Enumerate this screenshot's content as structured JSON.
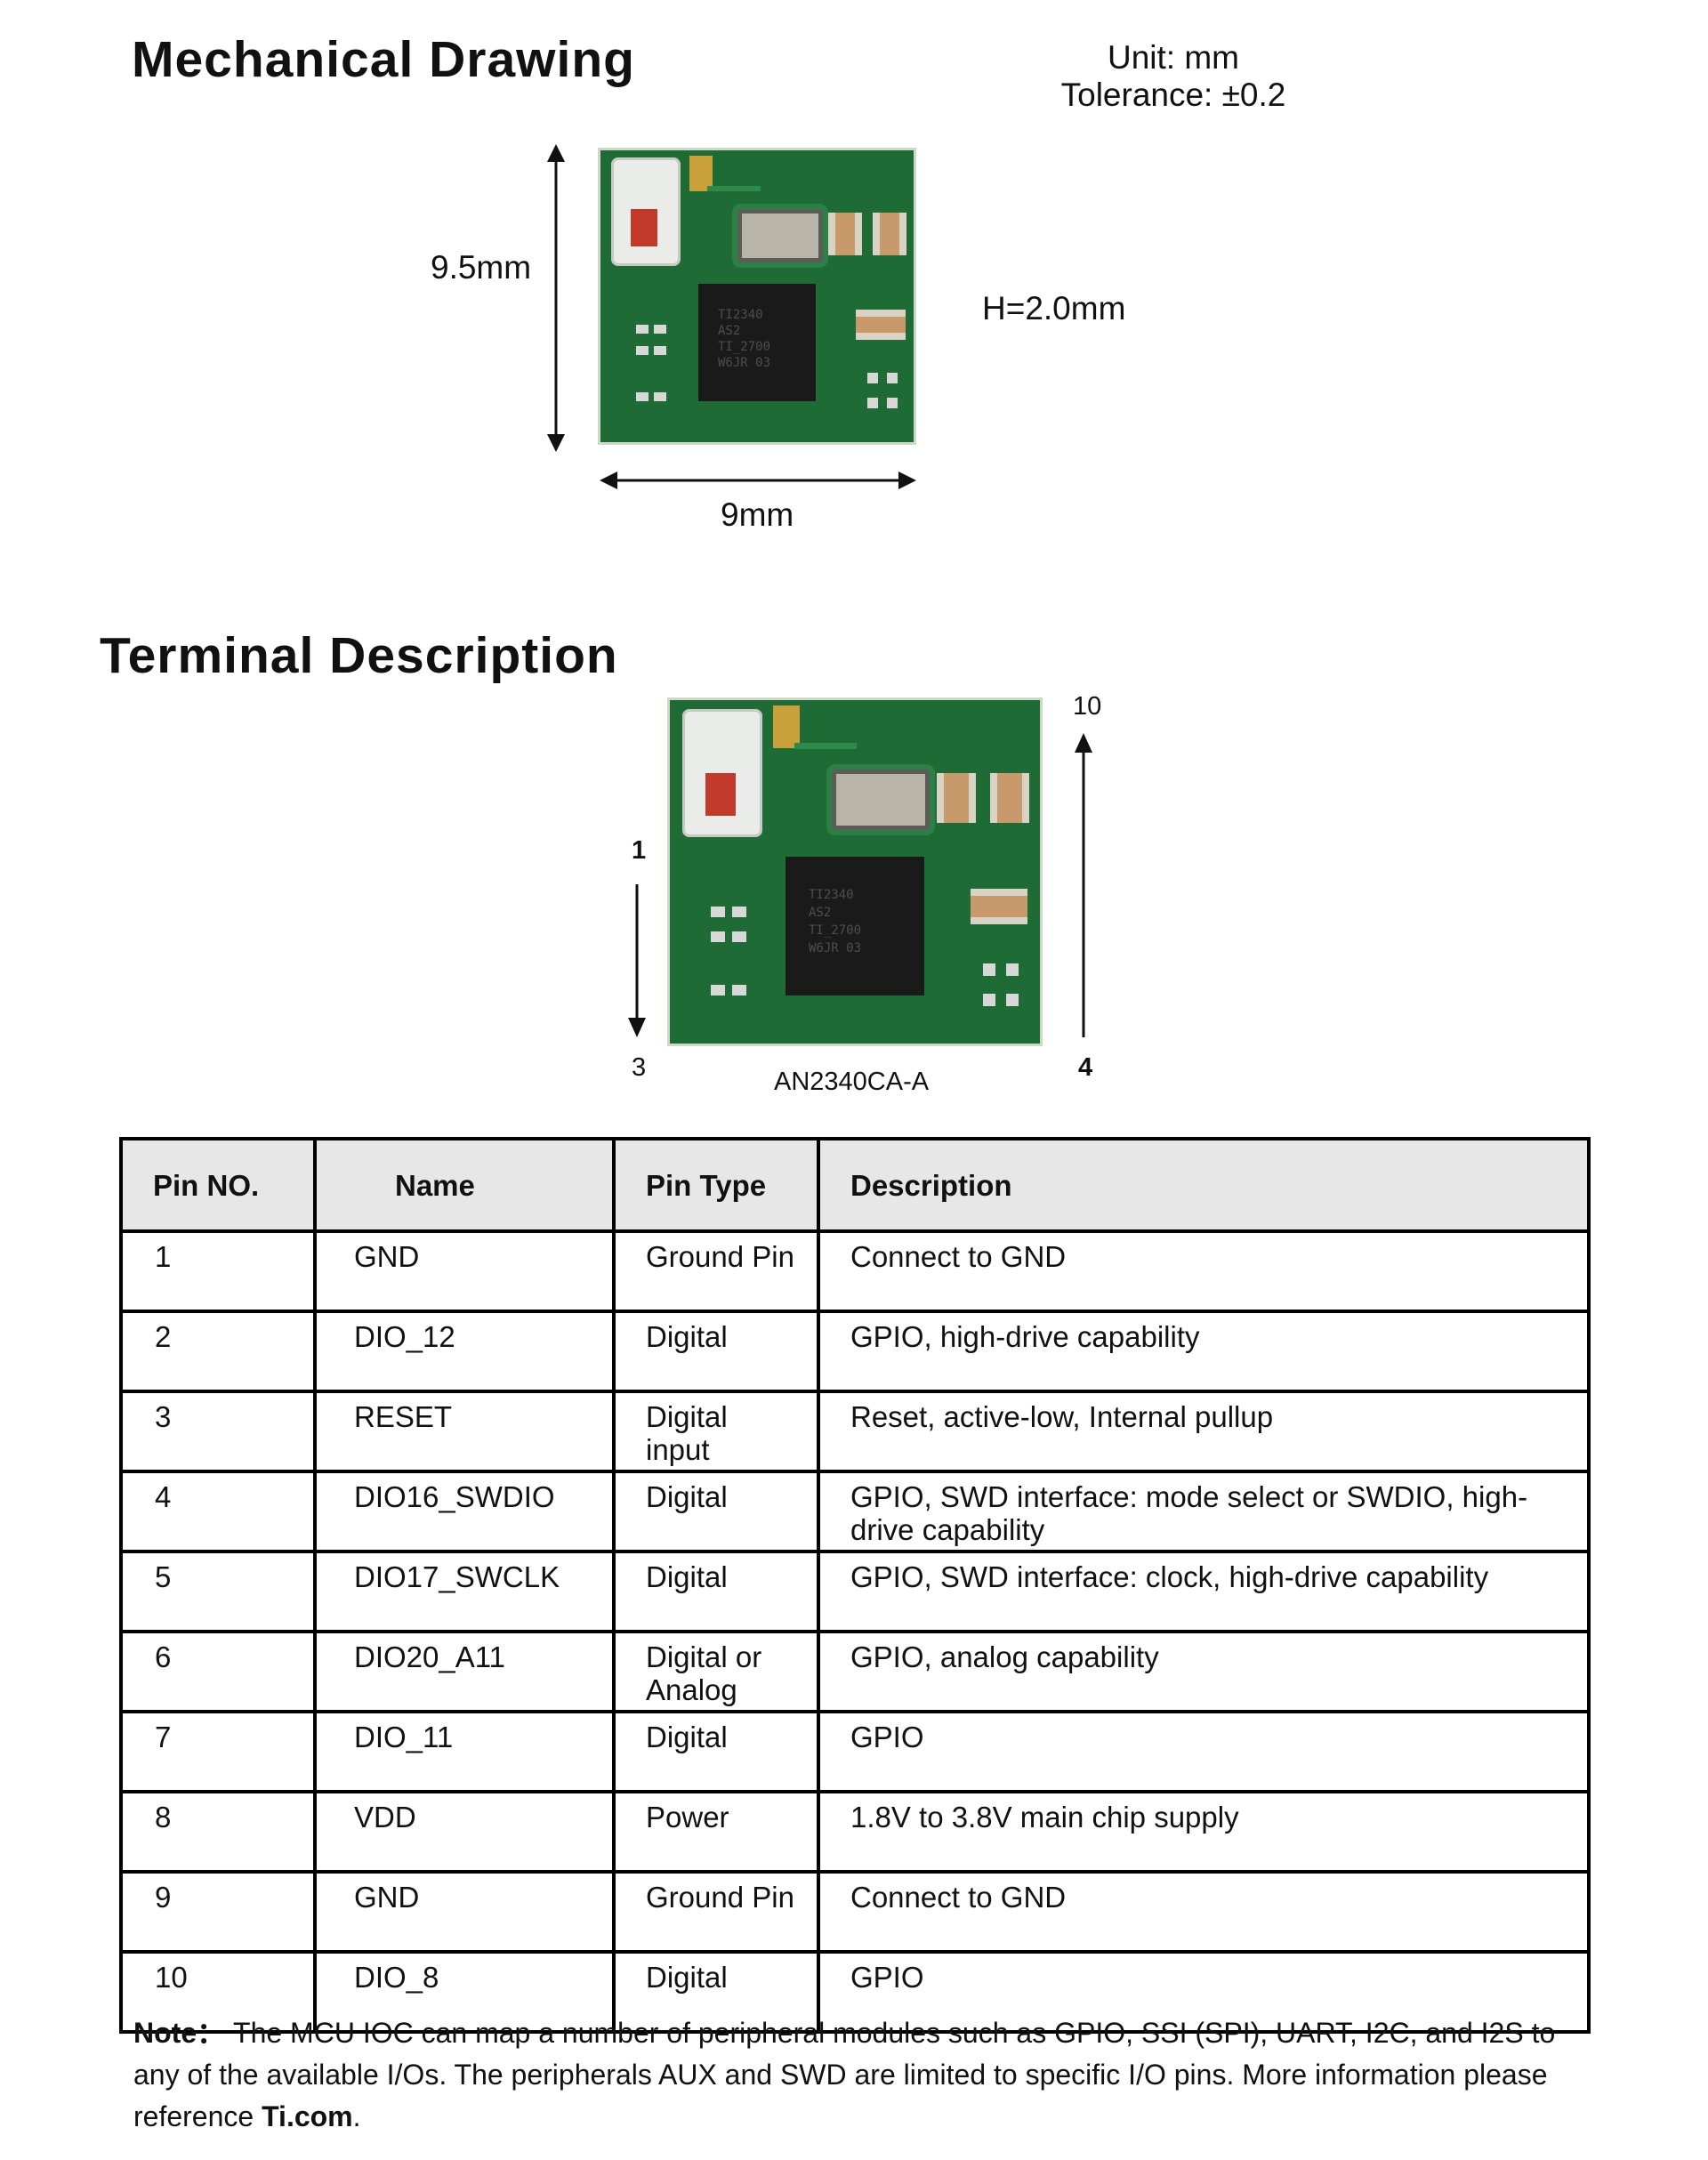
{
  "mechanical": {
    "title": "Mechanical Drawing",
    "unit": "Unit: mm",
    "tolerance": "Tolerance: ±0.2",
    "height_label": "9.5mm",
    "width_label": "9mm",
    "thickness_label": "H=2.0mm"
  },
  "terminal": {
    "title": "Terminal Description",
    "pin_top_right": "10",
    "pin_left_top": "1",
    "pin_left_bottom": "3",
    "pin_bottom_right": "4",
    "model": "AN2340CA-A"
  },
  "chip_marking": [
    "TI2340",
    "AS2",
    "TI_2700",
    "W6JR 03"
  ],
  "table": {
    "headers": [
      "Pin NO.",
      "Name",
      "Pin Type",
      "Description"
    ],
    "rows": [
      [
        "1",
        "GND",
        "Ground Pin",
        "Connect to GND"
      ],
      [
        "2",
        "DIO_12",
        "Digital",
        "GPIO, high-drive capability"
      ],
      [
        "3",
        "RESET",
        "Digital input",
        "Reset, active-low, Internal pullup"
      ],
      [
        "4",
        "DIO16_SWDIO",
        "Digital",
        "GPIO, SWD interface: mode select or SWDIO, high-drive capability"
      ],
      [
        "5",
        "DIO17_SWCLK",
        "Digital",
        "GPIO, SWD interface: clock, high-drive capability"
      ],
      [
        "6",
        "DIO20_A11",
        "Digital or Analog",
        "GPIO, analog capability"
      ],
      [
        "7",
        "DIO_11",
        "Digital",
        "GPIO"
      ],
      [
        "8",
        "VDD",
        "Power",
        "1.8V to 3.8V main chip supply"
      ],
      [
        "9",
        "GND",
        "Ground Pin",
        "Connect to GND"
      ],
      [
        "10",
        "DIO_8",
        "Digital",
        "GPIO"
      ]
    ]
  },
  "note": {
    "label": "Note：",
    "text": "The MCU IOC can map a number of peripheral modules such as GPIO, SSI (SPI), UART, I2C, and I2S to any of the available I/Os. The peripherals AUX and SWD are limited to specific I/O pins. More information please reference ",
    "link": "Ti.com",
    "end": "."
  }
}
